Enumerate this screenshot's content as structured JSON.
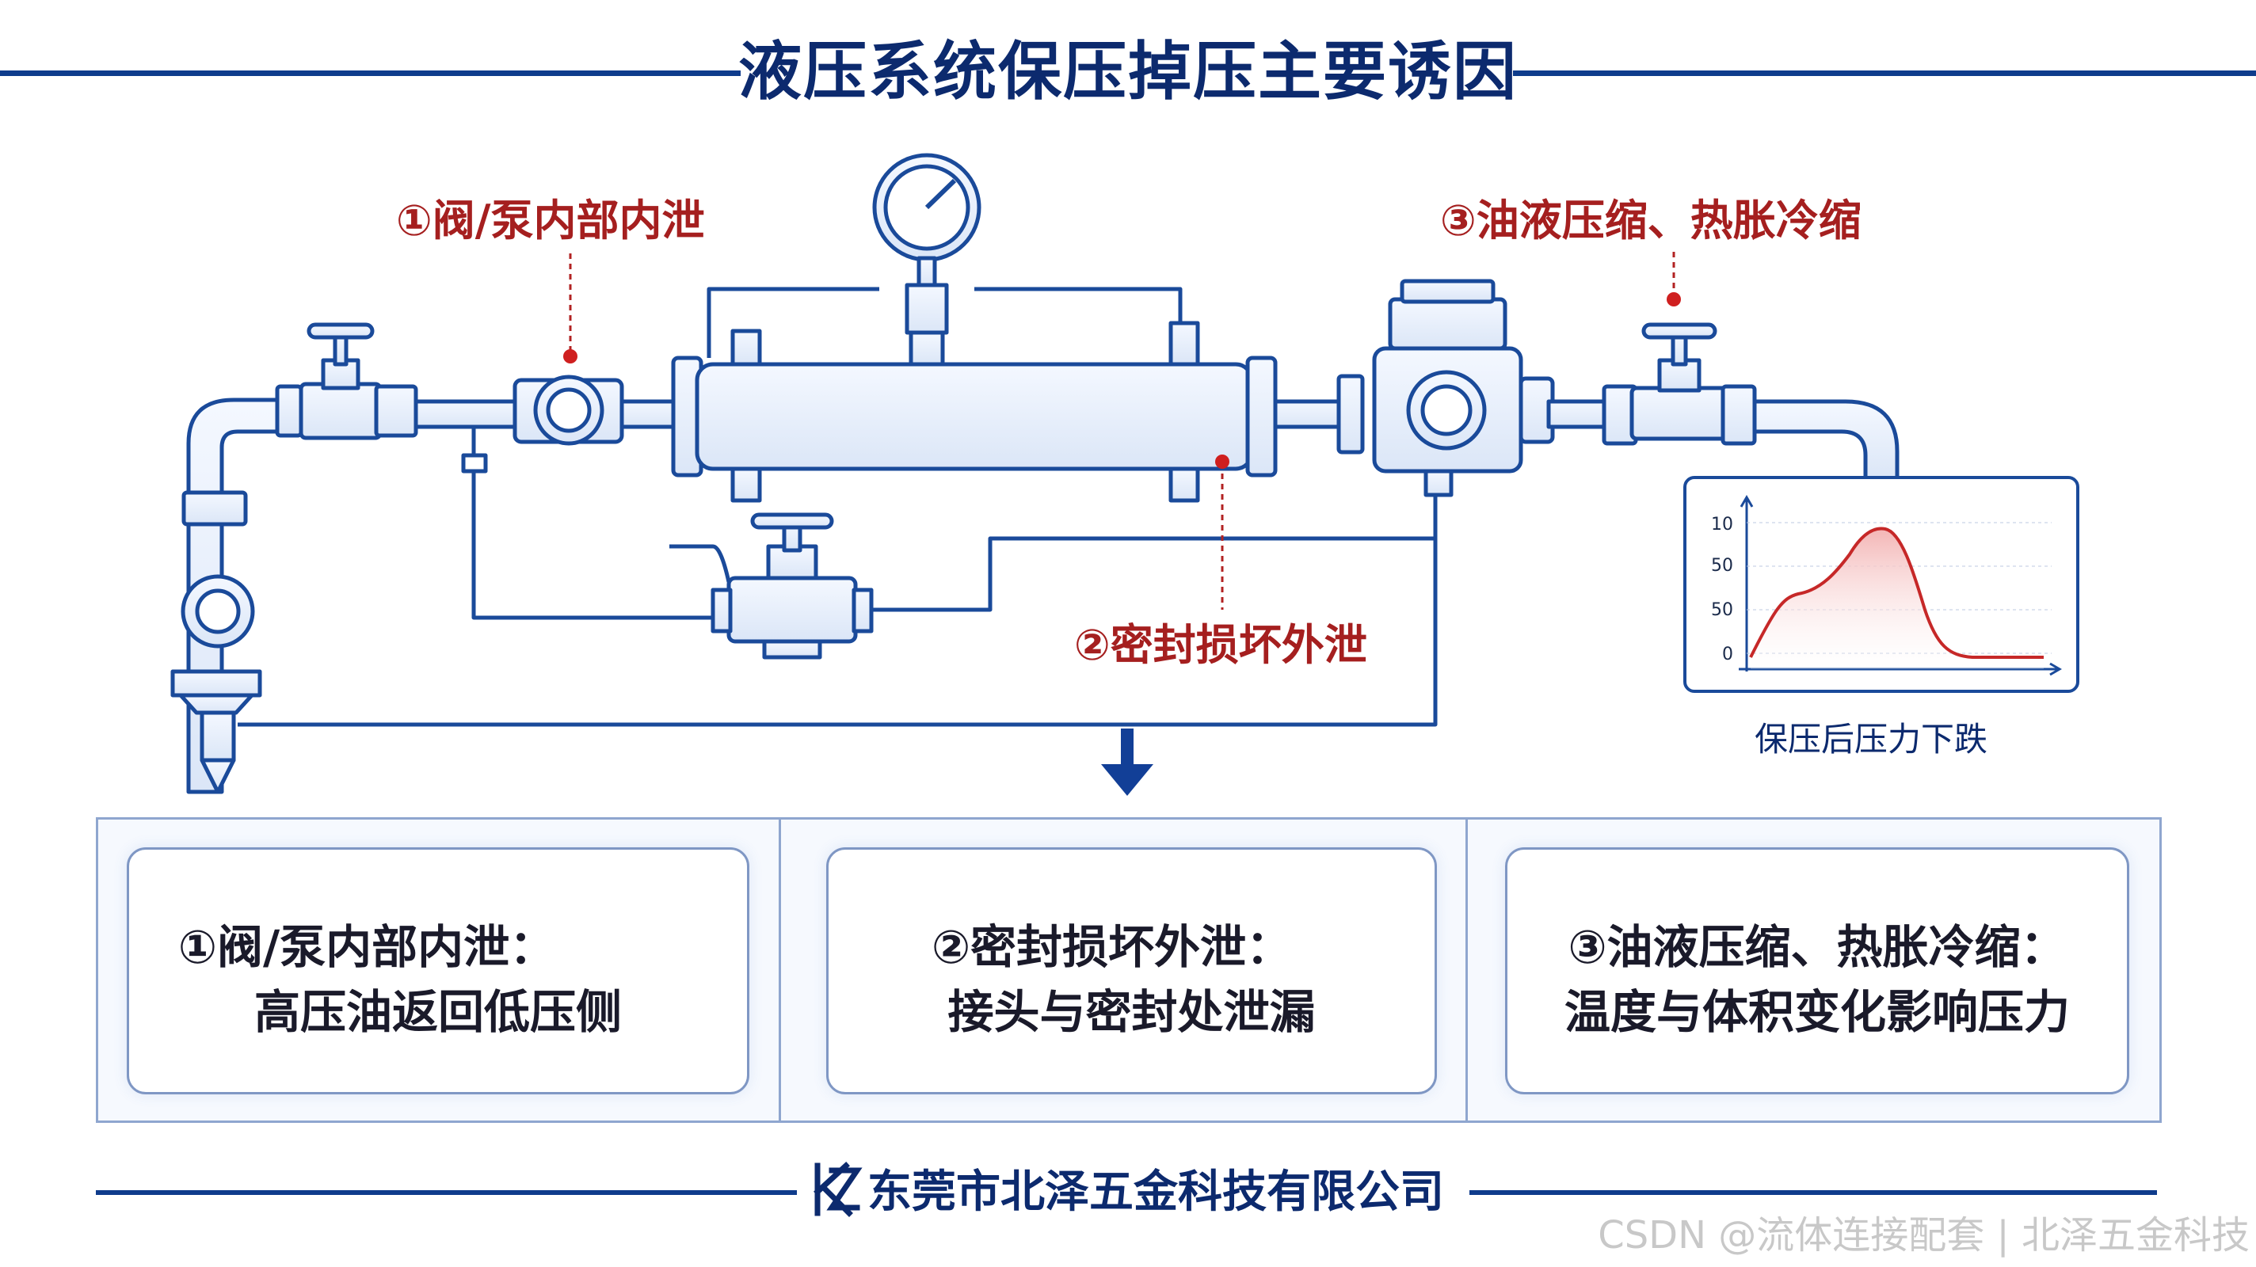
{
  "title": "液压系统保压掉压主要诱因",
  "callouts": {
    "c1": "①阀/泵内部内泄",
    "c2": "②密封损坏外泄",
    "c3": "③油液压缩、热胀冷缩"
  },
  "inset_chart": {
    "caption": "保压后压力下跌",
    "y_ticks": [
      "10",
      "50",
      "50",
      "0"
    ]
  },
  "cards": [
    {
      "line1": "①阀/泵内部内泄：",
      "line2": "高压油返回低压侧"
    },
    {
      "line1": "②密封损坏外泄：",
      "line2": "接头与密封处泄漏"
    },
    {
      "line1": "③油液压缩、热胀冷缩：",
      "line2": "温度与体积变化影响压力"
    }
  ],
  "footer": {
    "company": "东莞市北泽五金科技有限公司"
  },
  "watermark": "CSDN @流体连接配套 | 北泽五金科技",
  "colors": {
    "accent": "#0f3c8c",
    "callout": "#a51f1f",
    "pipe": "#1a4a9a"
  }
}
